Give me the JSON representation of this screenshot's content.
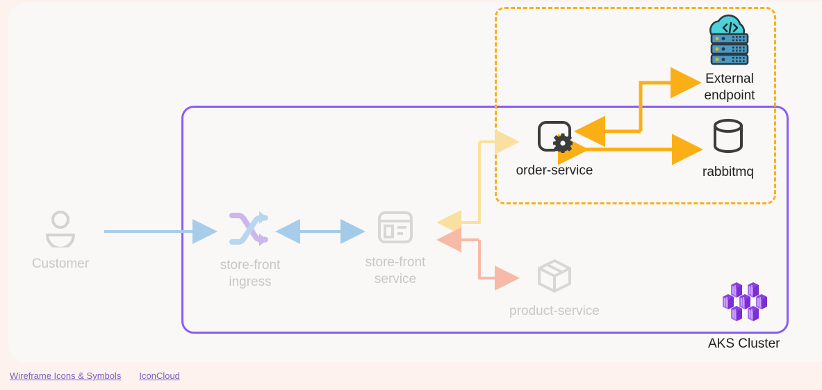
{
  "diagram": {
    "type": "architecture-diagram",
    "background_color": "#fdf2ee",
    "canvas_color": "#f9f8f6",
    "groups": [
      {
        "id": "aks-cluster",
        "label": "AKS Cluster",
        "style": "solid",
        "color": "#8b5cf6",
        "icon": "aks-cluster-icon"
      },
      {
        "id": "external-boundary",
        "label": "",
        "style": "dashed",
        "color": "#fbaf17"
      }
    ],
    "nodes": [
      {
        "id": "customer",
        "label": "Customer",
        "icon": "user-icon",
        "tone": "muted"
      },
      {
        "id": "ingress",
        "label": "store-front\ningress",
        "icon": "shuffle-icon",
        "tone": "muted"
      },
      {
        "id": "storefront",
        "label": "store-front\nservice",
        "icon": "layout-icon",
        "tone": "muted"
      },
      {
        "id": "product",
        "label": "product-service",
        "icon": "box-icon",
        "tone": "muted"
      },
      {
        "id": "order",
        "label": "order-service",
        "icon": "container-gear-icon",
        "tone": "dark"
      },
      {
        "id": "rabbitmq",
        "label": "rabbitmq",
        "icon": "database-icon",
        "tone": "dark"
      },
      {
        "id": "external",
        "label": "External\nendpoint",
        "icon": "cloud-server-icon",
        "tone": "dark"
      }
    ],
    "edges": [
      {
        "from": "customer",
        "to": "ingress",
        "color": "#a8cdea",
        "direction": "one-way"
      },
      {
        "from": "ingress",
        "to": "storefront",
        "color": "#6aaedf",
        "direction": "two-way"
      },
      {
        "from": "storefront",
        "to": "order",
        "color": "#fae0a0",
        "direction": "two-way"
      },
      {
        "from": "storefront",
        "to": "product",
        "color": "#f7b9a8",
        "direction": "two-way"
      },
      {
        "from": "order",
        "to": "external",
        "color": "#fbaf17",
        "direction": "two-way"
      },
      {
        "from": "order",
        "to": "rabbitmq",
        "color": "#fbaf17",
        "direction": "two-way"
      }
    ]
  },
  "colors": {
    "accent_purple": "#8b5cf6",
    "accent_orange": "#fbaf17",
    "muted_gray": "#c9c7c5",
    "link_purple": "#7b5fc4"
  },
  "footer": {
    "links": [
      {
        "label": "Wireframe Icons & Symbols"
      },
      {
        "label": "IconCloud"
      }
    ]
  }
}
